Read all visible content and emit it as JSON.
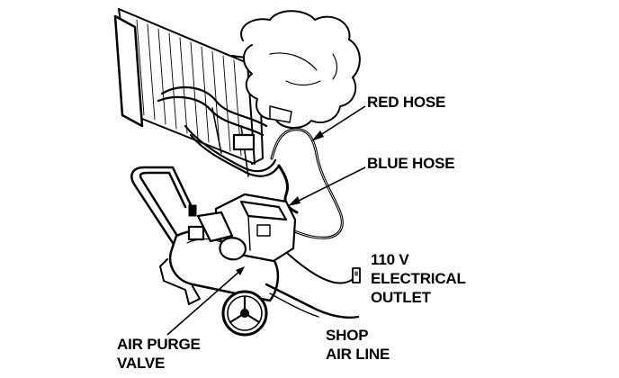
{
  "labels": {
    "red_hose": "RED HOSE",
    "blue_hose": "BLUE HOSE",
    "outlet": [
      "110 V",
      "ELECTRICAL",
      "OUTLET"
    ],
    "shop_air": [
      "SHOP",
      "AIR LINE"
    ],
    "purge_valve": [
      "AIR PURGE",
      "VALVE"
    ]
  },
  "colors": {
    "ink": "#000000",
    "paper": "#ffffff"
  }
}
